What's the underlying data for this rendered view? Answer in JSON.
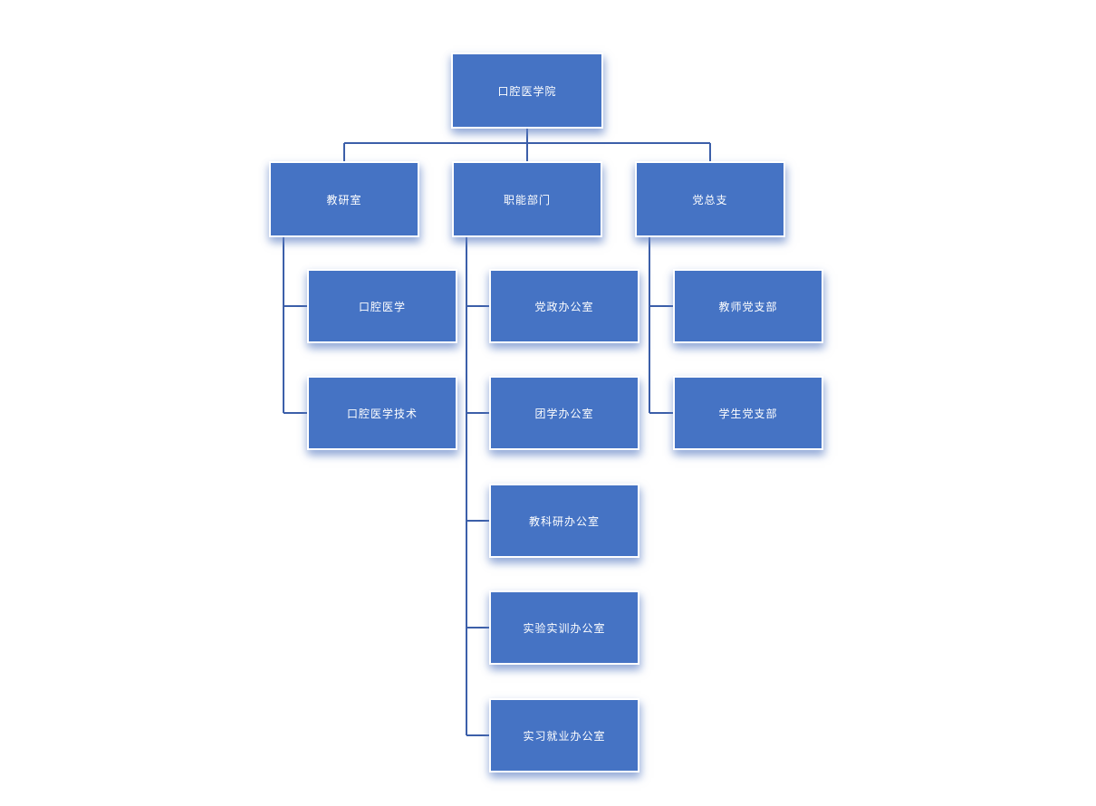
{
  "org_chart": {
    "type": "org-tree",
    "style": {
      "node_fill": "#4573C4",
      "node_border": "#FFFFFF",
      "node_text_color": "#FFFFFF",
      "connector_color": "#3C5FA9",
      "background": "#FFFFFF"
    },
    "nodes": [
      {
        "id": "root",
        "label": "口腔医学院",
        "parent": null
      },
      {
        "id": "jiaoyanshi",
        "label": "教研室",
        "parent": "root"
      },
      {
        "id": "zhineng-bumen",
        "label": "职能部门",
        "parent": "root"
      },
      {
        "id": "dang-zongzhi",
        "label": "党总支",
        "parent": "root"
      },
      {
        "id": "kouqiang-yixue",
        "label": "口腔医学",
        "parent": "jiaoyanshi"
      },
      {
        "id": "kouqiang-yixue-jishu",
        "label": "口腔医学技术",
        "parent": "jiaoyanshi"
      },
      {
        "id": "dangzheng-bangongshi",
        "label": "党政办公室",
        "parent": "zhineng-bumen"
      },
      {
        "id": "tuanxue-bangongshi",
        "label": "团学办公室",
        "parent": "zhineng-bumen"
      },
      {
        "id": "jiaokeyan-bangongshi",
        "label": "教科研办公室",
        "parent": "zhineng-bumen"
      },
      {
        "id": "shiyan-shixun-bangongshi",
        "label": "实验实训办公室",
        "parent": "zhineng-bumen"
      },
      {
        "id": "shixi-jiuye-bangongshi",
        "label": "实习就业办公室",
        "parent": "zhineng-bumen"
      },
      {
        "id": "jiaoshi-dangzhibu",
        "label": "教师党支部",
        "parent": "dang-zongzhi"
      },
      {
        "id": "xuesheng-dangzhibu",
        "label": "学生党支部",
        "parent": "dang-zongzhi"
      }
    ]
  }
}
